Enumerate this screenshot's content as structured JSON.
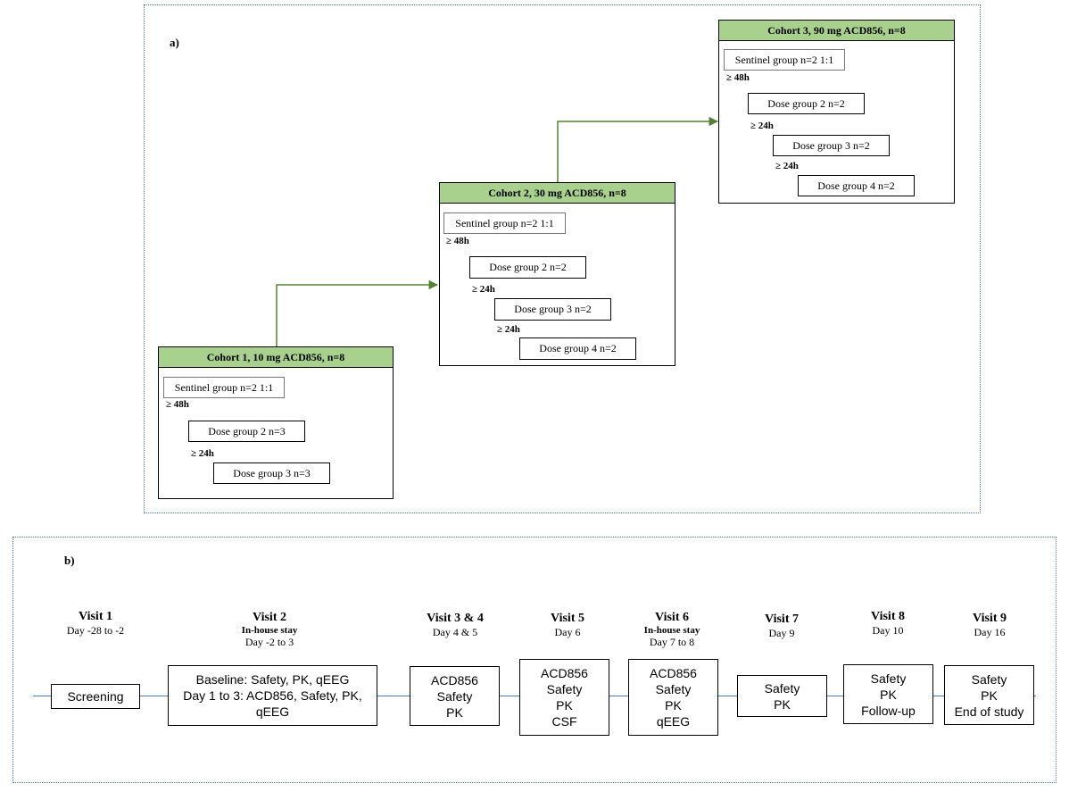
{
  "panel_a": {
    "label": "a)",
    "cohorts": [
      {
        "title": "Cohort 1, 10 mg ACD856, n=8",
        "sentinel": "Sentinel group n=2 1:1",
        "gaps": [
          "≥ 48h",
          "≥ 24h"
        ],
        "groups": [
          "Dose group 2 n=3",
          "Dose group 3 n=3"
        ]
      },
      {
        "title": "Cohort 2, 30 mg ACD856, n=8",
        "sentinel": "Sentinel group n=2 1:1",
        "gaps": [
          "≥ 48h",
          "≥ 24h",
          "≥ 24h"
        ],
        "groups": [
          "Dose group 2 n=2",
          "Dose group 3 n=2",
          "Dose group 4 n=2"
        ]
      },
      {
        "title": "Cohort 3, 90 mg ACD856, n=8",
        "sentinel": "Sentinel group n=2 1:1",
        "gaps": [
          "≥ 48h",
          "≥ 24h",
          "≥ 24h"
        ],
        "groups": [
          "Dose group 2 n=2",
          "Dose group 3 n=2",
          "Dose group 4 n=2"
        ]
      }
    ]
  },
  "panel_b": {
    "label": "b)",
    "visits": [
      {
        "title": "Visit 1",
        "note": "",
        "day": "Day -28 to -2",
        "box": [
          "Screening"
        ]
      },
      {
        "title": "Visit 2",
        "note": "In-house stay",
        "day": "Day -2 to 3",
        "box": [
          "Baseline: Safety, PK, qEEG",
          "Day 1 to 3: ACD856, Safety, PK,",
          "qEEG"
        ]
      },
      {
        "title": "Visit 3 & 4",
        "note": "",
        "day": "Day 4 & 5",
        "box": [
          "ACD856",
          "Safety",
          "PK"
        ]
      },
      {
        "title": "Visit 5",
        "note": "",
        "day": "Day 6",
        "box": [
          "ACD856",
          "Safety",
          "PK",
          "CSF"
        ]
      },
      {
        "title": "Visit 6",
        "note": "In-house stay",
        "day": "Day 7 to 8",
        "box": [
          "ACD856",
          "Safety",
          "PK",
          "qEEG"
        ]
      },
      {
        "title": "Visit 7",
        "note": "",
        "day": "Day 9",
        "box": [
          "Safety",
          "PK"
        ]
      },
      {
        "title": "Visit 8",
        "note": "",
        "day": "Day 10",
        "box": [
          "Safety",
          "PK",
          "Follow-up"
        ]
      },
      {
        "title": "Visit 9",
        "note": "",
        "day": "Day 16",
        "box": [
          "Safety",
          "PK",
          "End of study"
        ]
      }
    ]
  },
  "colors": {
    "cohort_header": "#a9d18e",
    "arrow": "#548235",
    "timeline": "#4a78b8",
    "panel_border": "#4a78b8"
  }
}
